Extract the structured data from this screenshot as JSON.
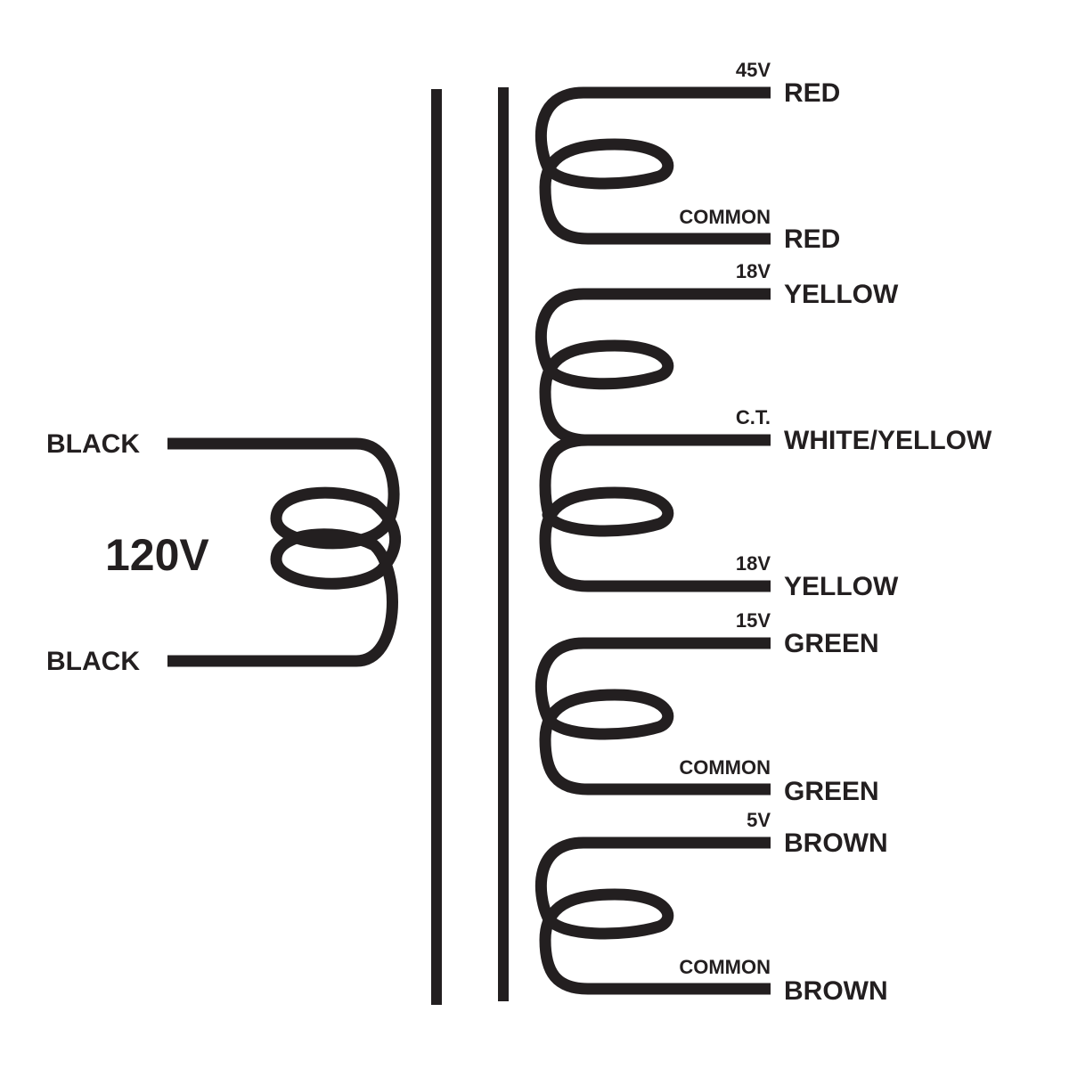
{
  "diagram": {
    "type": "transformer-wiring-schematic",
    "ink_color": "#231f20",
    "background": "#ffffff",
    "primary": {
      "voltage": "120V",
      "leads": [
        {
          "color_label": "BLACK"
        },
        {
          "color_label": "BLACK"
        }
      ]
    },
    "secondaries": [
      {
        "name": "45V winding",
        "leads": [
          {
            "tag": "45V",
            "color_label": "RED"
          },
          {
            "tag": "COMMON",
            "color_label": "RED"
          }
        ]
      },
      {
        "name": "18V center-tapped winding",
        "leads": [
          {
            "tag": "18V",
            "color_label": "YELLOW"
          },
          {
            "tag": "C.T.",
            "color_label": "WHITE/YELLOW"
          },
          {
            "tag": "18V",
            "color_label": "YELLOW"
          }
        ]
      },
      {
        "name": "15V winding",
        "leads": [
          {
            "tag": "15V",
            "color_label": "GREEN"
          },
          {
            "tag": "COMMON",
            "color_label": "GREEN"
          }
        ]
      },
      {
        "name": "5V winding",
        "leads": [
          {
            "tag": "5V",
            "color_label": "BROWN"
          },
          {
            "tag": "COMMON",
            "color_label": "BROWN"
          }
        ]
      }
    ]
  }
}
